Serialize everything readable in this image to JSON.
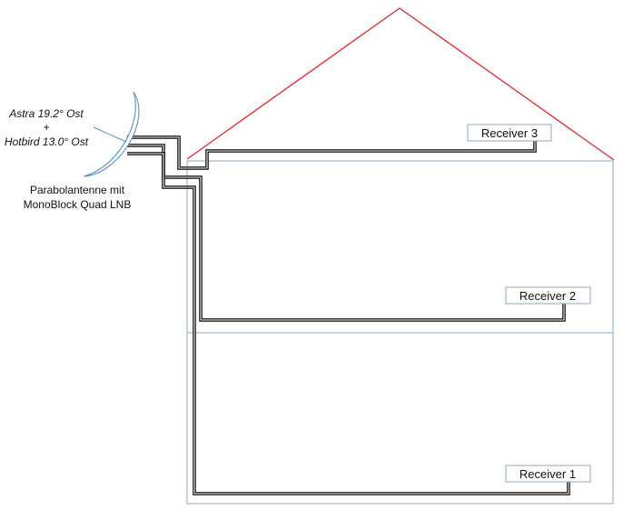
{
  "satellite": {
    "line1": "Astra 19.2° Ost",
    "line2": "+",
    "line3": "Hotbird 13.0° Ost"
  },
  "antenna": {
    "line1": "Parabolantenne mit",
    "line2": "MonoBlock Quad LNB"
  },
  "receivers": {
    "r1": "Receiver 1",
    "r2": "Receiver 2",
    "r3": "Receiver 3"
  },
  "colors": {
    "roof": "#e8232a",
    "walls": "#8ea9c1",
    "cable": "#000000",
    "dish": "#5b8fc0"
  }
}
